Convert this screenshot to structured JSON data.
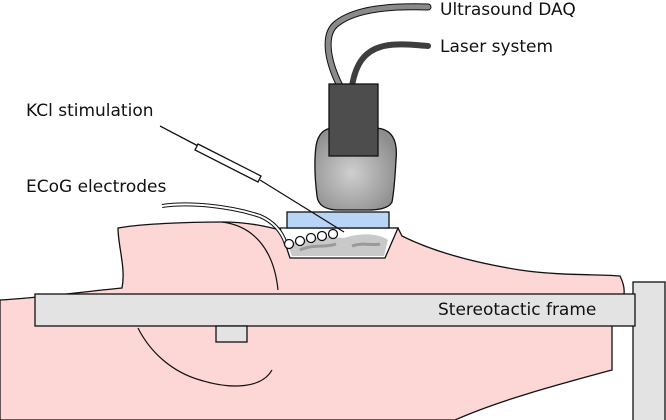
{
  "labels": {
    "ultrasound_daq": "Ultrasound DAQ",
    "laser_system": "Laser system",
    "kcl_stimulation": "KCl stimulation",
    "ecog_electrodes": "ECoG electrodes",
    "stereotactic_frame": "Stereotactic frame"
  },
  "colors": {
    "skin": "#fdd6d6",
    "outline": "#111111",
    "probe_dark": "#4d4d4d",
    "probe_housing": "#9a9a9a",
    "frame": "#e3e3e3",
    "window_glass": "#b8d4f7",
    "brain": "#c9c9c9",
    "cable_light": "#8a8a8a",
    "cable_dark": "#3e3e3e"
  }
}
